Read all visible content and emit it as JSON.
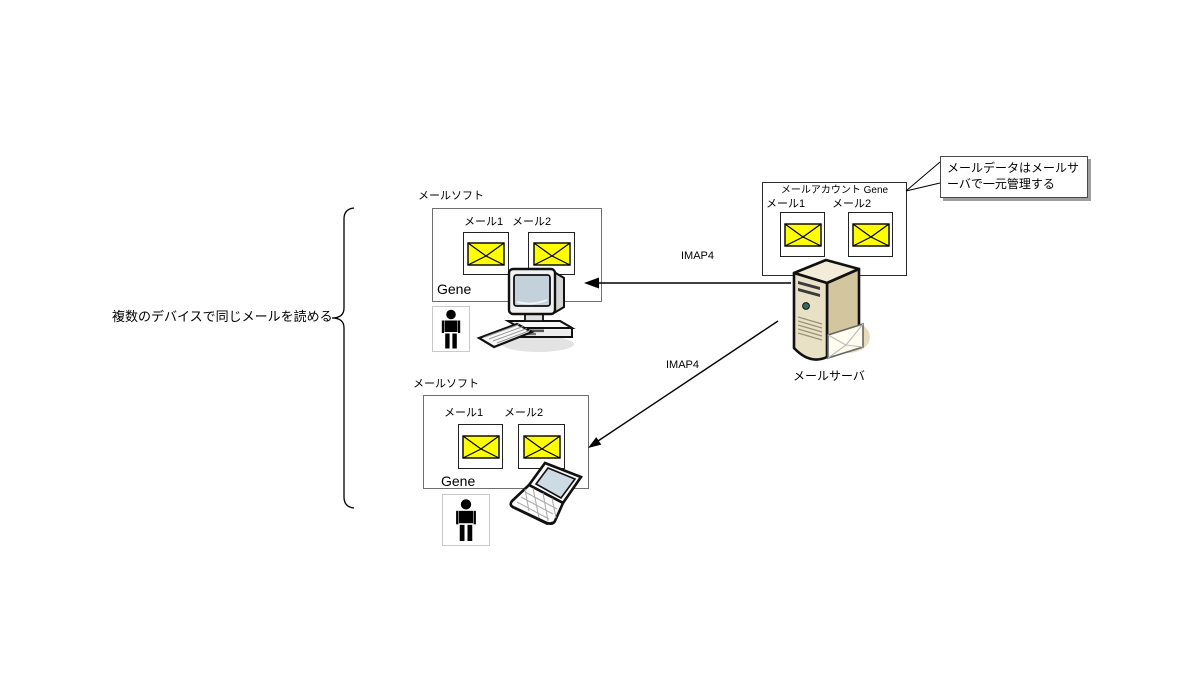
{
  "diagram": {
    "note": "複数のデバイスで同じメールを読める",
    "clients": [
      {
        "software": "メールソフト",
        "mail1": "メール1",
        "mail2": "メール2",
        "account": "Gene"
      },
      {
        "software": "メールソフト",
        "mail1": "メール1",
        "mail2": "メール2",
        "account": "Gene"
      }
    ],
    "server": {
      "account_box_title": "メールアカウント Gene",
      "mail1": "メール1",
      "mail2": "メール2",
      "server_label": "メールサーバ"
    },
    "protocols": [
      "IMAP4",
      "IMAP4"
    ],
    "callout": {
      "line1": "メールデータはメールサ",
      "line2": "ーバで一元管理する"
    },
    "colors": {
      "envelope_fill": "#ffff00",
      "envelope_border": "#000000",
      "server_body": "#d3c69e",
      "line": "#000000"
    }
  }
}
